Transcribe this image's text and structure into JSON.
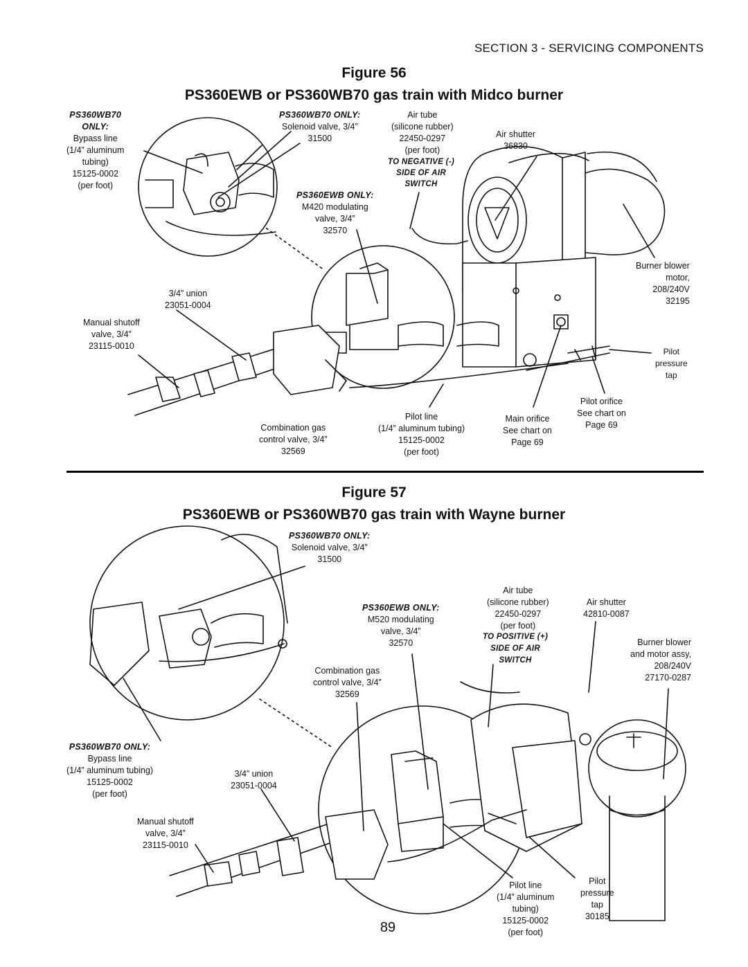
{
  "header": {
    "section": "SECTION 3 - SERVICING COMPONENTS"
  },
  "figure56": {
    "number": "Figure 56",
    "title": "PS360EWB or PS360WB70 gas train with Midco burner",
    "labels": {
      "bypass": [
        "PS360WB70",
        "ONLY:",
        "Bypass line",
        "(1/4” aluminum",
        "tubing)",
        "15125-0002",
        "(per foot)"
      ],
      "solenoid": [
        "PS360WB70 ONLY:",
        "Solenoid valve, 3/4”",
        "31500"
      ],
      "air_tube": [
        "Air tube",
        "(silicone rubber)",
        "22450-0297",
        "(per foot)"
      ],
      "to_negative": [
        "TO NEGATIVE (-)",
        "SIDE OF AIR",
        "SWITCH"
      ],
      "air_shutter": [
        "Air shutter",
        "36830"
      ],
      "m420": [
        "PS360EWB ONLY:",
        "M420 modulating",
        "valve, 3/4”",
        "32570"
      ],
      "blower": [
        "Burner blower",
        "motor,",
        "208/240V",
        "32195"
      ],
      "union": [
        "3/4” union",
        "23051-0004"
      ],
      "manual": [
        "Manual shutoff",
        "valve, 3/4”",
        "23115-0010"
      ],
      "pilot_tap": [
        "Pilot",
        "pressure",
        "tap"
      ],
      "pilot_orifice": [
        "Pilot orifice",
        "See chart on",
        "Page 69"
      ],
      "main_orifice": [
        "Main orifice",
        "See chart on",
        "Page 69"
      ],
      "pilot_line": [
        "Pilot line",
        "(1/4” aluminum tubing)",
        "15125-0002",
        "(per foot)"
      ],
      "combo": [
        "Combination gas",
        "control valve, 3/4”",
        "32569"
      ]
    }
  },
  "figure57": {
    "number": "Figure 57",
    "title": "PS360EWB or PS360WB70 gas train with Wayne burner",
    "labels": {
      "solenoid": [
        "PS360WB70 ONLY:",
        "Solenoid valve, 3/4”",
        "31500"
      ],
      "air_tube": [
        "Air tube",
        "(silicone rubber)",
        "22450-0297",
        "(per foot)"
      ],
      "to_positive": [
        "TO POSITIVE (+)",
        "SIDE OF AIR",
        "SWITCH"
      ],
      "air_shutter": [
        "Air shutter",
        "42810-0087"
      ],
      "m520": [
        "PS360EWB ONLY:",
        "M520 modulating",
        "valve, 3/4”",
        "32570"
      ],
      "blower": [
        "Burner blower",
        "and motor assy,",
        "208/240V",
        "27170-0287"
      ],
      "combo": [
        "Combination gas",
        "control valve, 3/4”",
        "32569"
      ],
      "bypass": [
        "PS360WB70 ONLY:",
        "Bypass line",
        "(1/4” aluminum tubing)",
        "15125-0002",
        "(per foot)"
      ],
      "union": [
        "3/4” union",
        "23051-0004"
      ],
      "manual": [
        "Manual shutoff",
        "valve, 3/4”",
        "23115-0010"
      ],
      "pilot_line": [
        "Pilot line",
        "(1/4” aluminum",
        "tubing)",
        "15125-0002",
        "(per foot)"
      ],
      "pilot_tap": [
        "Pilot",
        "pressure",
        "tap",
        "30185"
      ]
    }
  },
  "page_number": "89"
}
